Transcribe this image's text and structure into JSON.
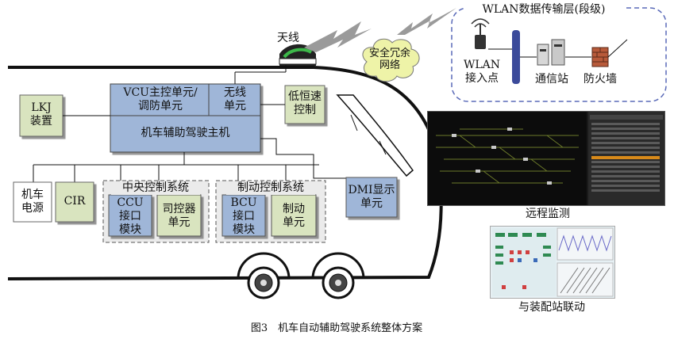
{
  "antenna_label": "天线",
  "cloud_label": "安全冗余\n网络",
  "wlan": {
    "title": "WLAN数据传输层(段级)",
    "ap_label": "WLAN\n接入点",
    "station_label": "通信站",
    "firewall_label": "防火墙"
  },
  "host": {
    "vcu_label": "VCU主控单元/\n调防单元",
    "wireless_label": "无线\n单元",
    "main_label": "机车辅助驾驶主机"
  },
  "lkj_label": "LKJ\n装置",
  "low_speed_label": "低恒速\n控制",
  "power_label": "机车\n电源",
  "cir_label": "CIR",
  "central": {
    "title": "中央控制系统",
    "ccu_label": "CCU\n接口\n模块",
    "driver_label": "司控器\n单元"
  },
  "brake": {
    "title": "制动控制系统",
    "bcu_label": "BCU\n接口\n模块",
    "brake_unit_label": "制动\n单元"
  },
  "dmi_label": "DMI显示\n单元",
  "remote_label": "远程监测",
  "station_link_label": "与装配站联动",
  "caption": "图3　机车自动辅助驾驶系统整体方案",
  "colors": {
    "blue_box": "#9fb6d8",
    "green_box": "#d9e4bf",
    "cloud": "#eef3a8",
    "dash": "#5a6ab8"
  }
}
